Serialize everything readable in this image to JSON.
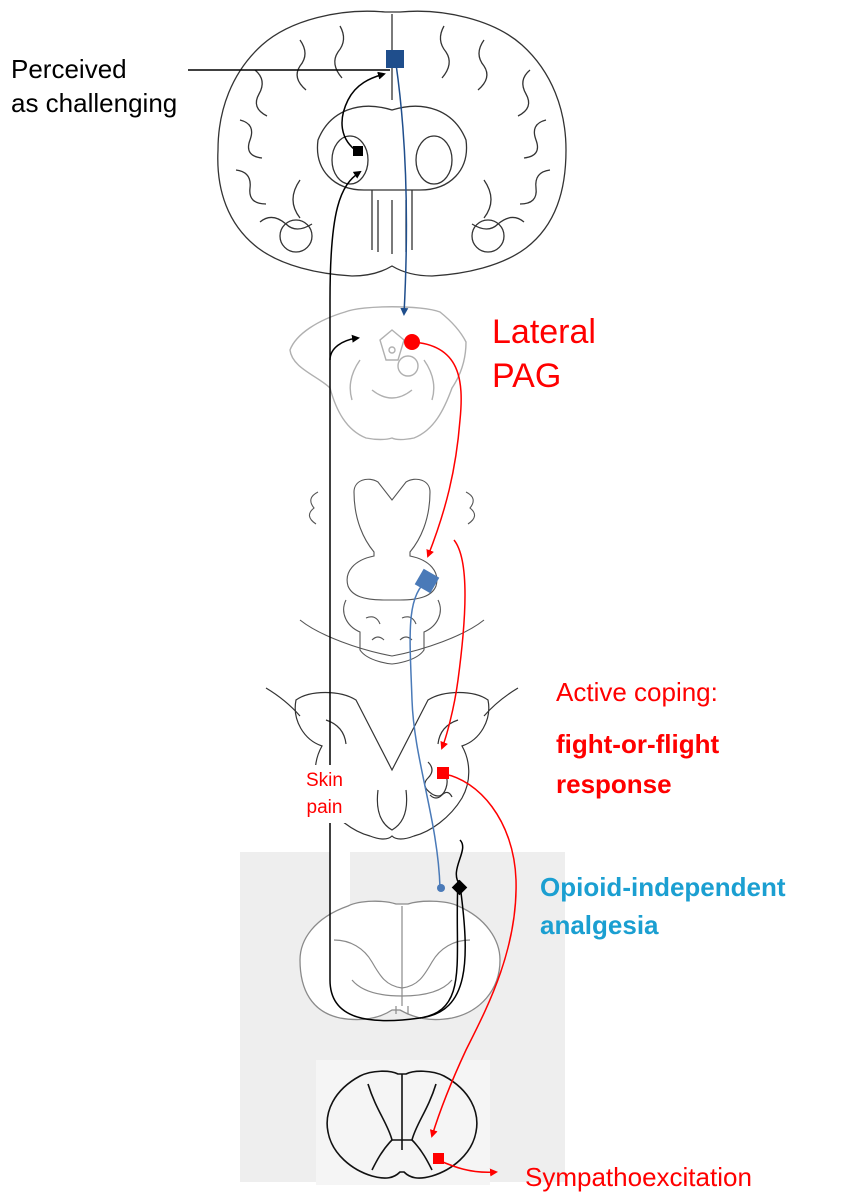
{
  "labels": {
    "perceived_line1": "Perceived",
    "perceived_line2": "as challenging",
    "lateral_line1": "Lateral",
    "lateral_line2": "PAG",
    "active_coping": "Active coping:",
    "fight_line1": "fight-or-flight",
    "fight_line2": "response",
    "skin_line1": "Skin",
    "skin_line2": "pain",
    "opioid_line1": "Opioid-independent",
    "opioid_line2": "analgesia",
    "sympatho": "Sympathoexcitation"
  },
  "colors": {
    "ascending_pathway": "#000000",
    "descending_pag": "#ff0000",
    "opioid_pathway": "#4a7ab8",
    "cortex_node": "#1f4e8c",
    "opioid_text": "#1b9fd1",
    "section_outline": "#a8a8a8"
  },
  "sections": [
    "brain-coronal-section",
    "midbrain-section",
    "pons-section",
    "medulla-section",
    "spinal-cord-upper-section",
    "spinal-cord-lower-section"
  ]
}
